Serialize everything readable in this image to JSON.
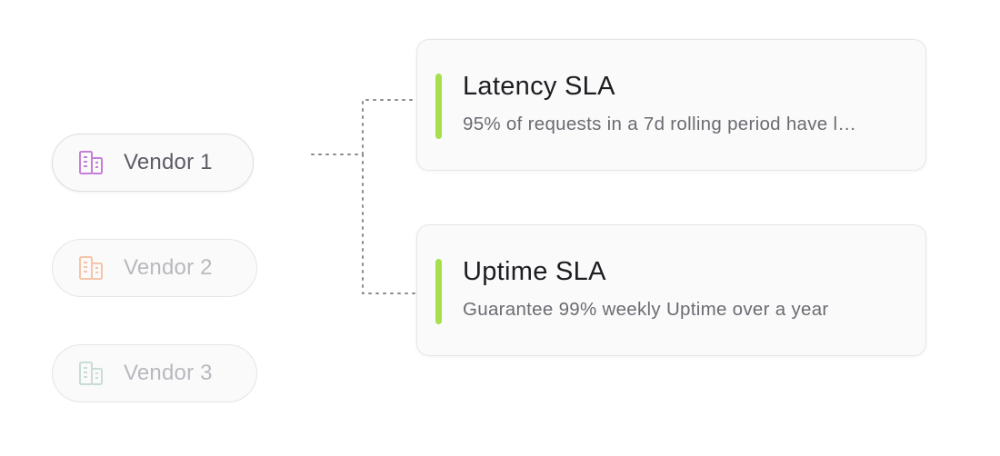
{
  "vendors": [
    {
      "label": "Vendor 1",
      "icon": "building-icon",
      "icon_color": "#c67fd6",
      "text_color": "#5c5c66",
      "state": "active"
    },
    {
      "label": "Vendor 2",
      "icon": "building-icon",
      "icon_color": "#f6c4a8",
      "text_color": "#b8b8bf",
      "state": "inactive"
    },
    {
      "label": "Vendor 3",
      "icon": "building-icon",
      "icon_color": "#c8ddd6",
      "text_color": "#b8b8bf",
      "state": "inactive"
    }
  ],
  "slas": [
    {
      "title": "Latency SLA",
      "description": "95% of requests in a 7d rolling period have l…"
    },
    {
      "title": "Uptime SLA",
      "description": "Guarantee 99% weekly Uptime over a year"
    }
  ],
  "colors": {
    "accent_bar": "#a6e04d",
    "connector": "#8a8a92"
  }
}
